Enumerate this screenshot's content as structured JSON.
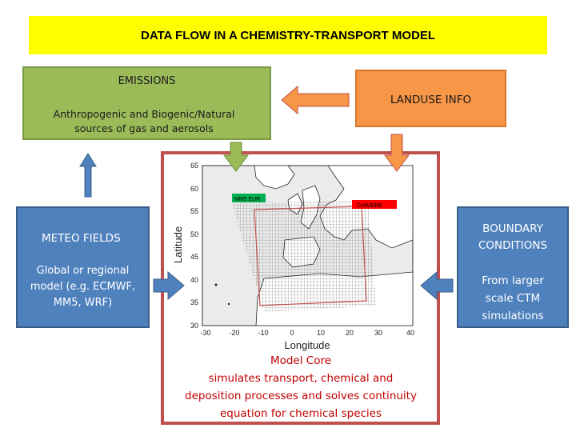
{
  "title": "DATA FLOW IN A CHEMISTRY-TRANSPORT MODEL",
  "emissions": {
    "heading": "EMISSIONS",
    "line1": "Anthropogenic and Biogenic/Natural",
    "line2": "sources of gas and aerosols"
  },
  "landuse": {
    "heading": "LANDUSE INFO"
  },
  "meteo": {
    "heading": "METEO FIELDS",
    "line1": "Global or regional",
    "line2": "model (e.g. ECMWF,",
    "line3": "MM5, WRF)"
  },
  "boundary": {
    "heading_line1": "BOUNDARY",
    "heading_line2": "CONDITIONS",
    "line1": "From larger",
    "line2": "scale CTM",
    "line3": "simulations"
  },
  "core": {
    "line1": "Model Core",
    "line2": "simulates transport, chemical and",
    "line3": "deposition processes and solves continuity",
    "line4": "equation for chemical species"
  },
  "map": {
    "y_axis_label": "Latitude",
    "x_axis_label": "Longitude",
    "y_ticks": [
      "65",
      "60",
      "55",
      "50",
      "45",
      "40",
      "35",
      "30"
    ],
    "x_ticks": [
      "-30",
      "-20",
      "-10",
      "0",
      "10",
      "20",
      "30",
      "40"
    ],
    "label_green": "MM5 EUR",
    "label_red": "CHIMERE"
  },
  "colors": {
    "title_bg": "#ffff00",
    "emissions_bg": "#9bbb59",
    "landuse_bg": "#f79646",
    "meteo_bg": "#4f81bd",
    "core_border": "#c0504d",
    "core_text": "#c00000"
  }
}
